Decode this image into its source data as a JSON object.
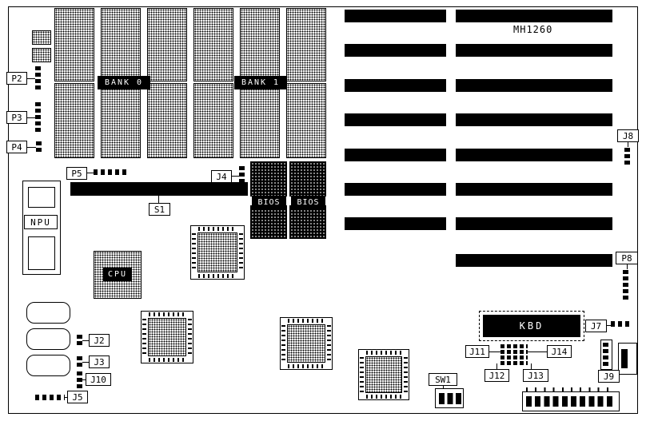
{
  "board": {
    "model": "MH1260"
  },
  "colors": {
    "ink": "#000000",
    "paper": "#ffffff"
  },
  "labels": {
    "p2": "P2",
    "p3": "P3",
    "p4": "P4",
    "p5": "P5",
    "p8": "P8",
    "j2": "J2",
    "j3": "J3",
    "j4": "J4",
    "j5": "J5",
    "j7": "J7",
    "j8": "J8",
    "j9": "J9",
    "j10": "J10",
    "j11": "J11",
    "j12": "J12",
    "j13": "J13",
    "j14": "J14",
    "s1": "S1",
    "sw1": "SW1",
    "npu": "NPU",
    "cpu": "CPU",
    "kbd": "KBD",
    "bios": "BIOS",
    "bank0": "BANK 0",
    "bank1": "BANK 1"
  }
}
